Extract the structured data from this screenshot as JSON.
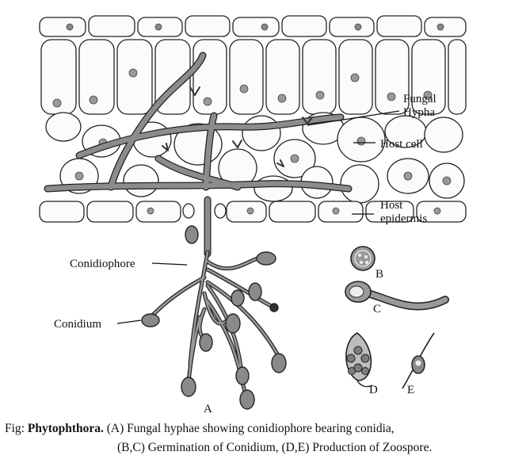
{
  "labels": {
    "fungal_hypha_line1": "Fungal",
    "fungal_hypha_line2": "Hypha",
    "host_cell": "Host cell",
    "host_epidermis_line1": "Host",
    "host_epidermis_line2": "epidermis",
    "conidiophore": "Conidiophore",
    "conidium": "Conidium",
    "A": "A",
    "B": "B",
    "C": "C",
    "D": "D",
    "E": "E"
  },
  "caption": {
    "prefix": "Fig: ",
    "genus": "Phytophthora.",
    "line1_rest": " (A) Fungal hyphae showing conidiophore bearing conidia,",
    "line2": "(B,C) Germination of Conidium, (D,E) Production of Zoospore."
  }
}
